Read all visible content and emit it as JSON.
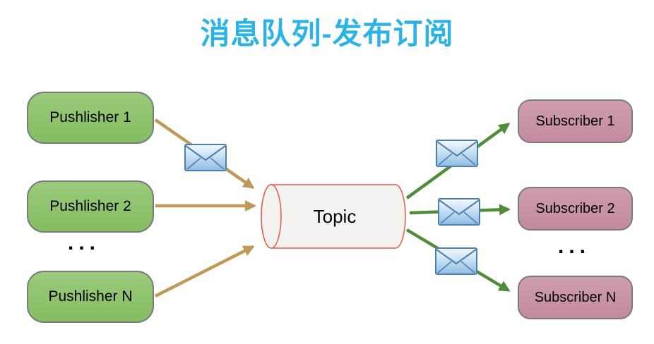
{
  "title": "消息队列-发布订阅",
  "publishers": [
    {
      "label": "Pushlisher 1"
    },
    {
      "label": "Pushlisher 2"
    },
    {
      "label": "Pushlisher N"
    }
  ],
  "publisher_ellipsis": "...",
  "topic": {
    "label": "Topic"
  },
  "subscribers": [
    {
      "label": "Subscriber 1"
    },
    {
      "label": "Subscriber 2"
    },
    {
      "label": "Subscriber N"
    }
  ],
  "subscriber_ellipsis": "...",
  "colors": {
    "title": "#2BB3E6",
    "publisher_fill": "#8CC269",
    "subscriber_fill": "#C893A7",
    "box_border": "#7B7B7B",
    "topic_fill": "#F4F2F1",
    "topic_border": "#DF5B4C",
    "publish_arrow": "#C09858",
    "subscribe_arrow": "#4F8D3A",
    "envelope_border": "#4A7FAE"
  }
}
